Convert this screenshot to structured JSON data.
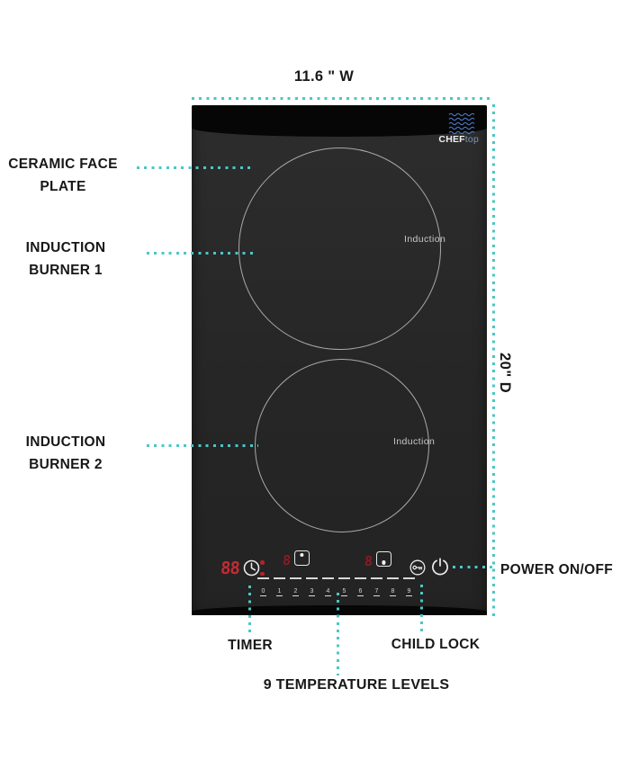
{
  "colors": {
    "accent_teal": "#4cc6c6",
    "led_red_bright": "#c32b33",
    "led_red_dim": "#8c1b22",
    "logo_blue": "#4a78c0",
    "cooktop_body": "#262626",
    "bezel_black": "#060606"
  },
  "dimensions": {
    "width_label": "11.6 \" W",
    "depth_label": "20\" D"
  },
  "brand": {
    "bold": "CHEF",
    "light": "top"
  },
  "cooktop": {
    "burner1_text": "Induction",
    "burner2_text": "Induction",
    "timer_display": "88",
    "burner1_display": "8",
    "burner2_display": "8",
    "temp_levels": [
      "0",
      "1",
      "2",
      "3",
      "4",
      "5",
      "6",
      "7",
      "8",
      "9"
    ]
  },
  "labels": {
    "ceramic_line1": "CERAMIC FACE",
    "ceramic_line2": "PLATE",
    "burner1_line1": "INDUCTION",
    "burner1_line2": "BURNER 1",
    "burner2_line1": "INDUCTION",
    "burner2_line2": "BURNER 2",
    "power": "POWER ON/OFF",
    "timer": "TIMER",
    "child_lock": "CHILD LOCK",
    "temp_levels": "9 TEMPERATURE LEVELS"
  },
  "icons": {
    "logo_waves_icon": "stacked-wavy-lines",
    "clock_icon": "timer-clock",
    "burner_top_indicator_icon": "square-dot-top",
    "burner_bottom_indicator_icon": "square-dot-bottom",
    "child_lock_icon": "key-in-circle",
    "power_icon": "power-symbol"
  }
}
